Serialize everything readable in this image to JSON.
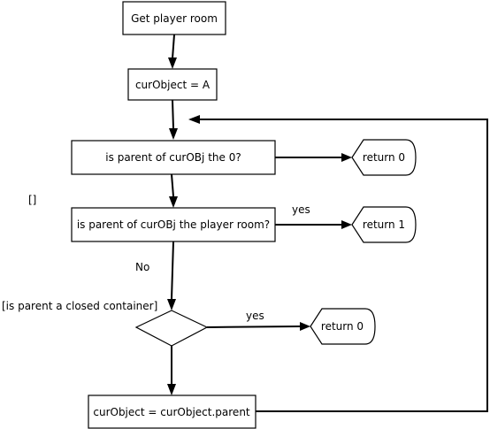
{
  "diagram": {
    "nodes": {
      "get_player_room": "Get player room",
      "cur_object_a": "curObject = A",
      "parent_is_zero": "is parent of curOBj the 0?",
      "parent_is_player_room": "is parent of curOBj the player room?",
      "decision": "",
      "cur_object_parent": "curObject = curObject.parent",
      "return_0_top": "return 0",
      "return_1": "return 1",
      "return_0_bottom": "return 0"
    },
    "annotations": {
      "empty_brackets": "[]",
      "closed_container": "[is parent a closed container]"
    },
    "edge_labels": {
      "yes_player_room": "yes",
      "no_player_room": "No",
      "yes_closed_container": "yes"
    }
  }
}
